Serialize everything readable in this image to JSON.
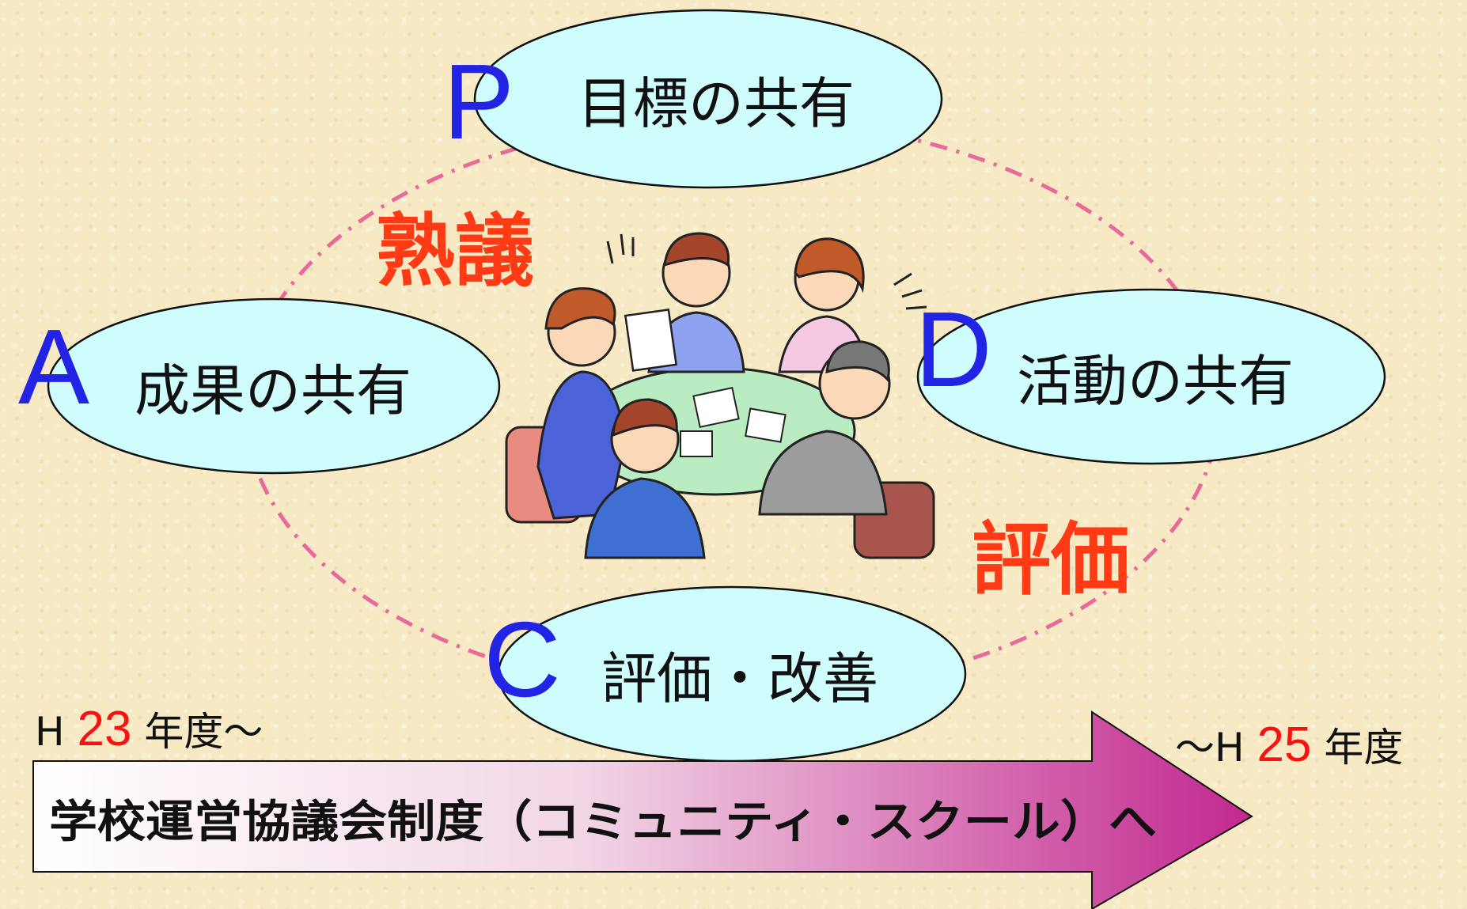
{
  "cycle": {
    "plan": {
      "letter": "P",
      "label": "目標の共有"
    },
    "do": {
      "letter": "D",
      "label": "活動の共有"
    },
    "check": {
      "letter": "C",
      "label": "評価・改善"
    },
    "act": {
      "letter": "A",
      "label": "成果の共有"
    }
  },
  "keywords": {
    "deliberation": "熟議",
    "evaluation": "評価"
  },
  "period": {
    "start_prefix": "H",
    "start_year": "23",
    "start_suffix": "年度～",
    "end_prefix": "～H",
    "end_year": "25",
    "end_suffix": "年度"
  },
  "banner": {
    "text": "学校運営協議会制度（コミュニティ・スクール）へ"
  },
  "colors": {
    "ellipse_fill": "#cffcfc",
    "letter": "#2323e6",
    "keyword": "#ff3a14",
    "year": "#ff1010",
    "cycle_line": "#e86a9a",
    "arrow_start": "#ffffff",
    "arrow_end": "#c2288f"
  },
  "illustration": {
    "subject": "meeting-illustration"
  }
}
